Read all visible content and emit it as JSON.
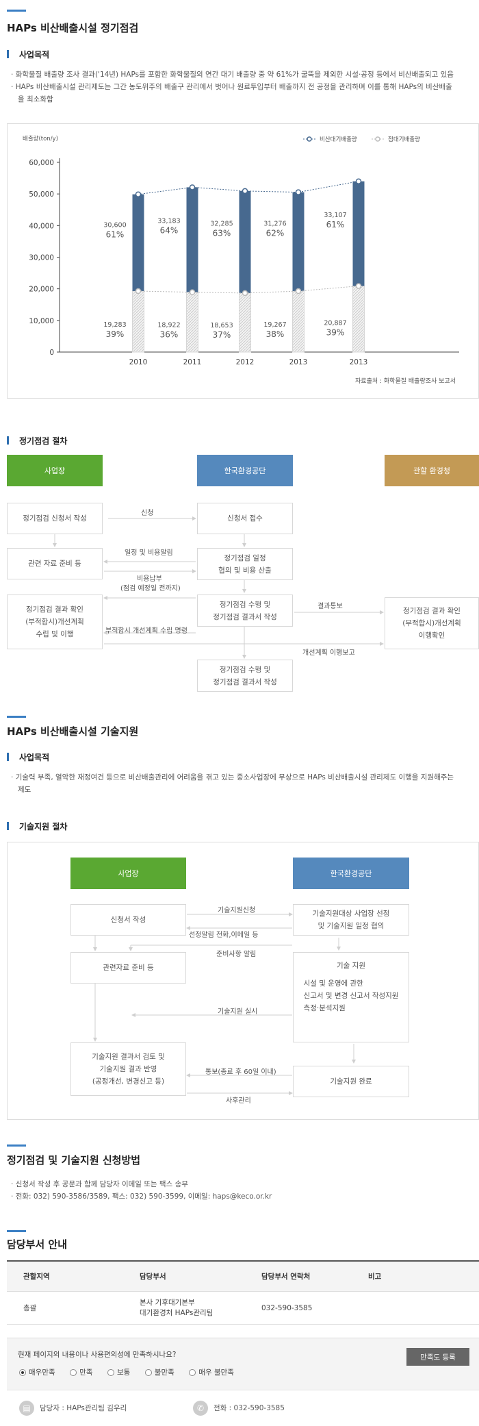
{
  "section1": {
    "title": "HAPs 비산배출시설 정기점검",
    "purpose_heading": "사업목적",
    "bullets": [
      "화학물질 배출량 조사 결과('14년) HAPs를 포함한 화학물질의 연간 대기 배출량 중 약 61%가 굴뚝을 제외한 시설·공정 등에서 비산배출되고 있음",
      "HAPs 비산배출시설 관리제도는 그간 농도위주의 배출구 관리에서 벗어나 원료투입부터 배출까지 전 공정을 관리하며 이를 통해 HAPs의 비산배출",
      "을 최소화함"
    ]
  },
  "chart_data": {
    "type": "bar",
    "ylabel": "배출량(ton/y)",
    "categories": [
      "2010",
      "2011",
      "2012",
      "2013",
      "2013"
    ],
    "series": [
      {
        "name": "비산대기배출량",
        "values": [
          30600,
          33183,
          32285,
          31276,
          33107
        ],
        "labels": [
          "30,600",
          "33,183",
          "32,285",
          "31,276",
          "33,107"
        ],
        "pcts": [
          "61%",
          "64%",
          "63%",
          "62%",
          "61%"
        ],
        "color": "#47698f"
      },
      {
        "name": "점대기배출량",
        "values": [
          19283,
          18922,
          18653,
          19267,
          20887
        ],
        "labels": [
          "19,283",
          "18,922",
          "18,653",
          "19,267",
          "20,887"
        ],
        "pcts": [
          "39%",
          "36%",
          "37%",
          "38%",
          "39%"
        ],
        "color": "#e6e6e6"
      }
    ],
    "yticks": [
      "0",
      "10,000",
      "20,000",
      "30,000",
      "40,000",
      "50,000",
      "60,000"
    ],
    "ylim": [
      0,
      60000
    ],
    "stacked": true,
    "grid": false,
    "legend": "top-right",
    "source": "자료출처 : 화학물질 배출량조사 보고서"
  },
  "section2": {
    "heading": "정기점검 절차",
    "cols": [
      "사업장",
      "한국환경공단",
      "관할 환경청"
    ],
    "boxes": {
      "b1": "정기점검 신청서 작성",
      "b2": "신청서 접수",
      "b3": "관련 자료 준비 등",
      "b4": "정기점검 일정\n협의 및 비용 산출",
      "b5": "정기점검 결과 확인\n(부적합시)개선계획\n수립 및 이행",
      "b6": "정기점검 수행 및\n정기점검 결과서 작성",
      "b7": "정기점검 결과 확인\n(부적합시)개선계획\n이행확인",
      "b8": "정기점검 수행 및\n정기점검 결과서 작성"
    },
    "labels": {
      "l1": "신청",
      "l2": "일정 및 비용알림",
      "l3": "비용납부",
      "l4": "(점검 예정일 전까지)",
      "l5": "결과통보",
      "l6": "부적합시 개선계획 수립 명령",
      "l7": "개선계획 이행보고"
    }
  },
  "section3": {
    "title": "HAPs 비산배출시설 기술지원",
    "purpose_heading": "사업목적",
    "bullets": [
      "기술력 부족, 열악한 재정여건 등으로 비산배출관리에 어려움을 겪고 있는 중소사업장에 무상으로 HAPs 비산배출시설 관리제도 이행을 지원해주는",
      "제도"
    ],
    "proc_heading": "기술지원 절차",
    "cols": [
      "사업장",
      "한국환경공단"
    ],
    "boxes": {
      "b1": "신청서 작성",
      "b2": "기술지원대상 사업장 선정\n및 기술지원 일정 협의",
      "b3": "관련자료 준비 등",
      "b4_title": "기술 지원",
      "b4_body": "시설 및 운영에 관한\n신고서 및 변경 신고서 작성지원\n측정·분석지원",
      "b5": "기술지원 결과서 검토 및\n기술지원 결과 반영\n(공정개선, 변경신고 등)",
      "b6": "기술지원 완료"
    },
    "labels": {
      "l1": "기술지원신청",
      "l2": "선정알림 전화,이메일 등",
      "l3": "준비사항 알림",
      "l4": "기술지원 실시",
      "l5": "통보(종료 후 60일 이내)",
      "l6": "사후관리"
    }
  },
  "section4": {
    "title": "정기점검 및 기술지원 신청방법",
    "bullets": [
      "신청서 작성 후 공문과 함께 담당자 이메일 또는 팩스 송부",
      "전화: 032) 590-3586/3589, 팩스: 032) 590-3599, 이메일: haps@keco.or.kr"
    ]
  },
  "section5": {
    "title": "담당부서 안내",
    "headers": [
      "관할지역",
      "담당부서",
      "담당부서 연락처",
      "비고"
    ],
    "rows": [
      {
        "region": "총괄",
        "dept1": "본사 기후대기본부",
        "dept2": "대기환경처 HAPs관리팀",
        "phone": "032-590-3585",
        "note": ""
      }
    ]
  },
  "survey": {
    "question": "현재 페이지의 내용이나 사용편의성에 만족하시나요?",
    "options": [
      "매우만족",
      "만족",
      "보통",
      "불만족",
      "매우 불만족"
    ],
    "selected": 0,
    "submit": "만족도 등록",
    "manager": "담당자 : HAPs관리팀 김우리",
    "phone": "전화 : 032-590-3585"
  }
}
